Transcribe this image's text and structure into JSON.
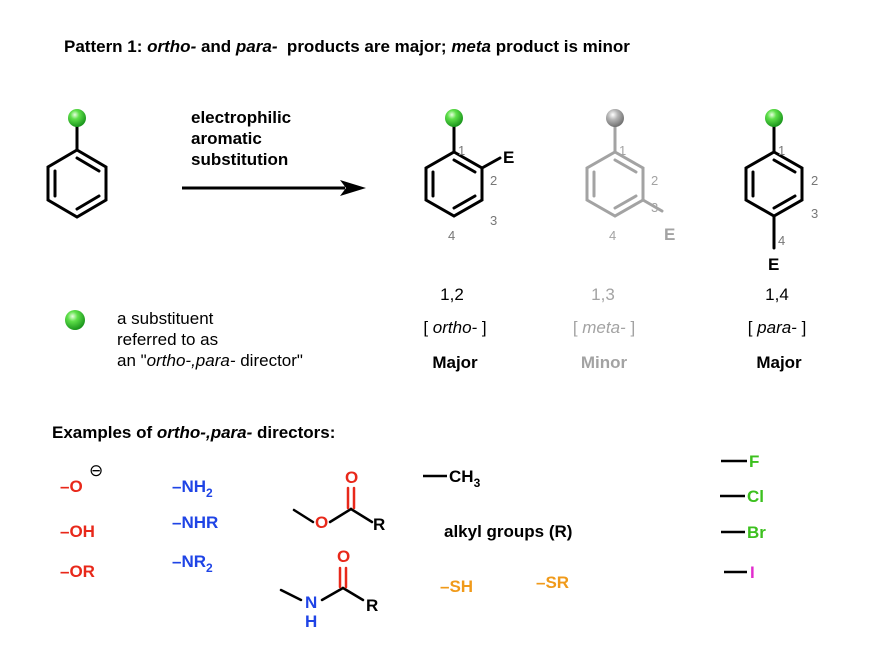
{
  "title": {
    "prefix": "Pattern 1: ",
    "ortho": "ortho-",
    "and": " and ",
    "para": "para-",
    "mid": "  products are major; ",
    "meta": "meta",
    "suffix": " product is minor"
  },
  "reaction": {
    "line1": "electrophilic",
    "line2": "aromatic",
    "line3": "substitution"
  },
  "electrophile": "E",
  "numbers": {
    "n1": "1",
    "n2": "2",
    "n3": "3",
    "n4": "4"
  },
  "products": [
    {
      "position": "1,2",
      "name": "ortho-",
      "open": "[ ",
      "close": " ]",
      "status": "Major"
    },
    {
      "position": "1,3",
      "name": "meta-",
      "open": "[ ",
      "close": " ]",
      "status": "Minor"
    },
    {
      "position": "1,4",
      "name": "para-",
      "open": "[ ",
      "close": " ]",
      "status": "Major"
    }
  ],
  "legend": {
    "line1": "a substituent",
    "line2": "referred to as",
    "line3_prefix": "an \"",
    "line3_italic": "ortho-,para-",
    "line3_suffix": " director\""
  },
  "examples": {
    "heading_prefix": "Examples of ",
    "heading_italic": "ortho-,para-",
    "heading_suffix": " directors:",
    "oxide": "–O",
    "minus": "⊖",
    "hydroxyl": "–OH",
    "alkoxy": "–OR",
    "amine_base": "–NH",
    "amine_sub": "2",
    "nhr": "–NHR",
    "nr_base": "–NR",
    "nr_sub": "2",
    "ester_o1": "O",
    "ester_o2": "O",
    "ester_r": "R",
    "amide_o": "O",
    "amide_n": "N",
    "amide_h": "H",
    "amide_r": "R",
    "methyl_base": "CH",
    "methyl_sub": "3",
    "alkyl": "alkyl groups (R)",
    "sh": "–SH",
    "sr": "–SR",
    "fluoro": "F",
    "chloro": "Cl",
    "bromo": "Br",
    "iodo": "I"
  },
  "colors": {
    "oxygen_red": "#e8281a",
    "nitrogen_blue": "#1f44e6",
    "halogen_green": "#3cc01e",
    "sulfur_orange": "#f09a1a",
    "iodine_magenta": "#e22ccd",
    "minor_gray": "#a3a3a3",
    "ball_green": "#36d32a"
  }
}
